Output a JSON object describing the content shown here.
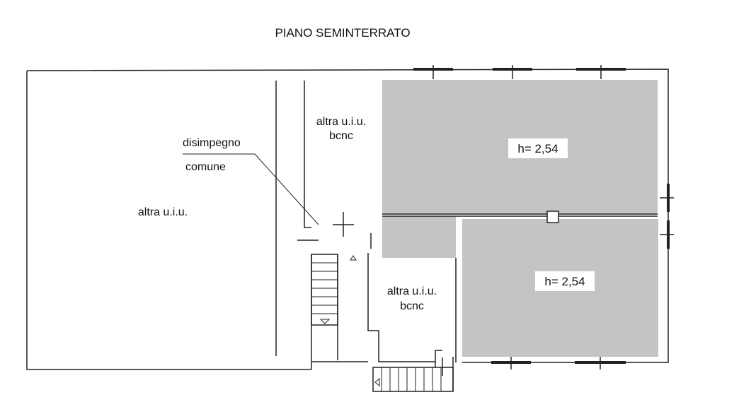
{
  "title": "PIANO SEMINTERRATO",
  "labels": {
    "altra_uiu_left": "altra u.i.u.",
    "altra_uiu_top_line1": "altra u.i.u.",
    "altra_uiu_top_line2": "bcnc",
    "altra_uiu_bottom_line1": "altra u.i.u.",
    "altra_uiu_bottom_line2": "bcnc",
    "disimpegno_line1": "disimpegno",
    "disimpegno_line2": "comune",
    "height_room_top": "h= 2,54",
    "height_room_bottom": "h= 2,54"
  },
  "colors": {
    "room_fill": "#c4c4c4",
    "wall": "#222222",
    "background": "#ffffff"
  }
}
